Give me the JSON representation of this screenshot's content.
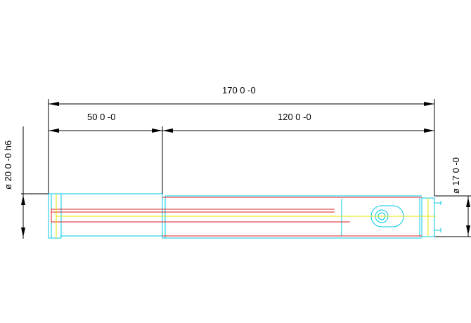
{
  "drawing": {
    "dimensions": {
      "overall_length": "170 0 -0",
      "left_section_length": "50 0 -0",
      "right_section_length": "120 0 -0",
      "left_diameter": "ø 20 0 -0 h6",
      "right_diameter": "ø 17 0 -0"
    },
    "colors": {
      "dimension_lines": "#000000",
      "outline": "#00c8e6",
      "hidden_lines": "#e02020",
      "center_lines": "#e6e600",
      "background": "#ffffff"
    }
  }
}
